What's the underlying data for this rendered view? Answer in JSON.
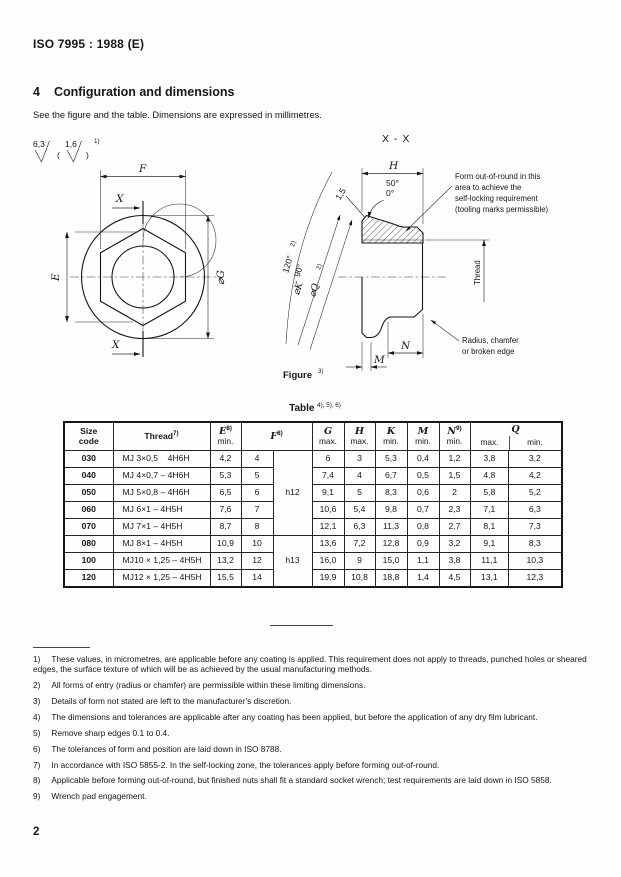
{
  "page": {
    "header": "ISO 7995 : 1988 (E)",
    "section_number": "4",
    "section_title": "Configuration and dimensions",
    "intro": "See the figure and the table. Dimensions are expressed in millimetres.",
    "page_number": "2"
  },
  "figure": {
    "roughness": {
      "v1": "6,3",
      "paren_open": "(",
      "v2": "1,6",
      "paren_close": ")",
      "sup": "1)"
    },
    "front_view": {
      "f": "F",
      "e": "E",
      "g": "⌀G",
      "x_top": "X",
      "x_bottom": "X"
    },
    "section_view": {
      "title": "X - X",
      "h": "H",
      "angle_upper": "50°",
      "angle_lower": "0°",
      "rough": "1,5",
      "angle_120": "120°",
      "angle_120_sup": "2)",
      "angle_90": "90°",
      "k": "⌀K",
      "q": "⌀Q",
      "q_sup": "2)",
      "thread": "Thread",
      "n": "N",
      "m": "M",
      "selflock_note": [
        "Form out-of-round in this",
        "area to achieve the",
        "self-locking requirement",
        "(tooling marks permissible)"
      ],
      "radius_note": [
        "Radius, chamfer",
        "or broken edge"
      ]
    },
    "caption": "Figure",
    "caption_sup": "3)"
  },
  "table": {
    "title": "Table",
    "title_sup": "4), 5), 6)",
    "headers": {
      "size": "Size\ncode",
      "thread": "Thread",
      "thread_sup": "7)",
      "e": "E",
      "e_sup": "8)",
      "e_sub": "min.",
      "f": "F",
      "f_sup": "8)",
      "g": "G",
      "g_sub": "max.",
      "h": "H",
      "h_sub": "max.",
      "k": "K",
      "k_sub": "min.",
      "m": "M",
      "m_sub": "min.",
      "n": "N",
      "n_sup": "9)",
      "n_sub": "min.",
      "q": "Q",
      "q_max": "max.",
      "q_min": "min."
    },
    "rows": [
      {
        "code": "030",
        "thread": "MJ 3×0,5    4H6H",
        "e": "4,2",
        "f": "4",
        "ftol": "h12",
        "g": "6",
        "h": "3",
        "k": "5,3",
        "m": "0,4",
        "n": "1,2",
        "qmax": "3,8",
        "qmin": "3,2"
      },
      {
        "code": "040",
        "thread": "MJ 4×0,7 – 4H6H",
        "e": "5,3",
        "f": "5",
        "g": "7,4",
        "h": "4",
        "k": "6,7",
        "m": "0,5",
        "n": "1,5",
        "qmax": "4,8",
        "qmin": "4,2"
      },
      {
        "code": "050",
        "thread": "MJ 5×0,8 – 4H6H",
        "e": "6,5",
        "f": "6",
        "g": "9,1",
        "h": "5",
        "k": "8,3",
        "m": "0,6",
        "n": "2",
        "qmax": "5,8",
        "qmin": "5,2"
      },
      {
        "code": "060",
        "thread": "MJ 6×1 – 4H5H",
        "e": "7,6",
        "f": "7",
        "g": "10,6",
        "h": "5,4",
        "k": "9,8",
        "m": "0,7",
        "n": "2,3",
        "qmax": "7,1",
        "qmin": "6,3"
      },
      {
        "code": "070",
        "thread": "MJ 7×1 – 4H5H",
        "e": "8,7",
        "f": "8",
        "g": "12,1",
        "h": "6,3",
        "k": "11,3",
        "m": "0,8",
        "n": "2,7",
        "qmax": "8,1",
        "qmin": "7,3"
      },
      {
        "code": "080",
        "thread": "MJ 8×1 – 4H5H",
        "e": "10,9",
        "f": "10",
        "ftol": "h13",
        "g": "13,6",
        "h": "7,2",
        "k": "12,8",
        "m": "0,9",
        "n": "3,2",
        "qmax": "9,1",
        "qmin": "8,3"
      },
      {
        "code": "100",
        "thread": "MJ10 × 1,25 – 4H5H",
        "e": "13,2",
        "f": "12",
        "g": "16,0",
        "h": "9",
        "k": "15,0",
        "m": "1,1",
        "n": "3,8",
        "qmax": "11,1",
        "qmin": "10,3"
      },
      {
        "code": "120",
        "thread": "MJ12 × 1,25 – 4H5H",
        "e": "15,5",
        "f": "14",
        "g": "19,9",
        "h": "10,8",
        "k": "18,8",
        "m": "1,4",
        "n": "4,5",
        "qmax": "13,1",
        "qmin": "12,3"
      }
    ]
  },
  "footnotes": [
    {
      "m": "1)",
      "t": "These values, in micrometres, are applicable before any coating is applied. This requirement does not apply to threads, punched holes or sheared edges, the surface texture of which will be as achieved by the usual manufacturing methods."
    },
    {
      "m": "2)",
      "t": "All forms of entry (radius or chamfer) are permissible within these limiting dimensions."
    },
    {
      "m": "3)",
      "t": "Details of form not stated are left to the manufacturer's discretion."
    },
    {
      "m": "4)",
      "t": "The dimensions and tolerances are applicable after any coating has been applied, but before the application of any dry film lubricant."
    },
    {
      "m": "5)",
      "t": "Remove sharp edges 0.1 to 0.4."
    },
    {
      "m": "6)",
      "t": "The tolerances of form and position are laid down in ISO 8788."
    },
    {
      "m": "7)",
      "t": "In accordance with ISO 5855-2. In the self-locking zone, the tolerances apply before forming out-of-round."
    },
    {
      "m": "8)",
      "t": "Applicable before forming out-of-round, but finished nuts shall fit a standard socket wrench; test requirements are laid down in ISO 5858."
    },
    {
      "m": "9)",
      "t": "Wrench pad engagement."
    }
  ]
}
